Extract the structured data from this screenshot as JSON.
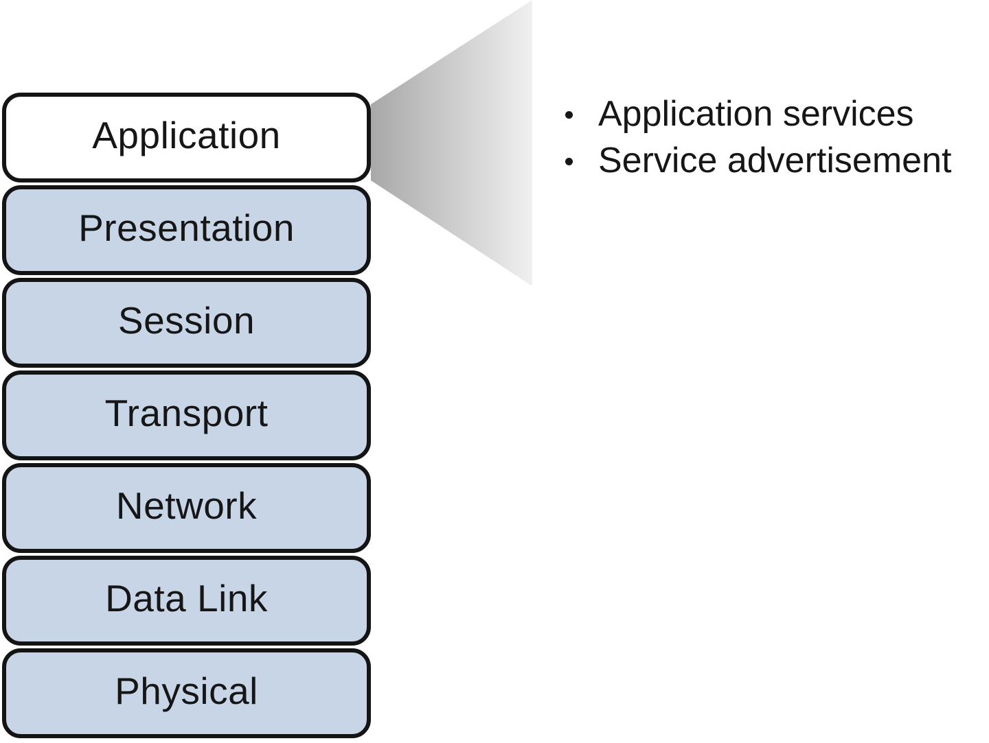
{
  "layers": [
    {
      "label": "Application",
      "highlighted": true
    },
    {
      "label": "Presentation",
      "highlighted": false
    },
    {
      "label": "Session",
      "highlighted": false
    },
    {
      "label": "Transport",
      "highlighted": false
    },
    {
      "label": "Network",
      "highlighted": false
    },
    {
      "label": "Data Link",
      "highlighted": false
    },
    {
      "label": "Physical",
      "highlighted": false
    }
  ],
  "callout": {
    "bullets": [
      "Application services",
      "Service advertisement"
    ]
  },
  "colors": {
    "layer_fill": "#c7d5e7",
    "highlight_fill": "#ffffff",
    "border_color": "#141414",
    "text_color": "#161616",
    "beam_start": "#a8a8a8",
    "beam_end": "#f0f0f0",
    "background": "#ffffff"
  }
}
